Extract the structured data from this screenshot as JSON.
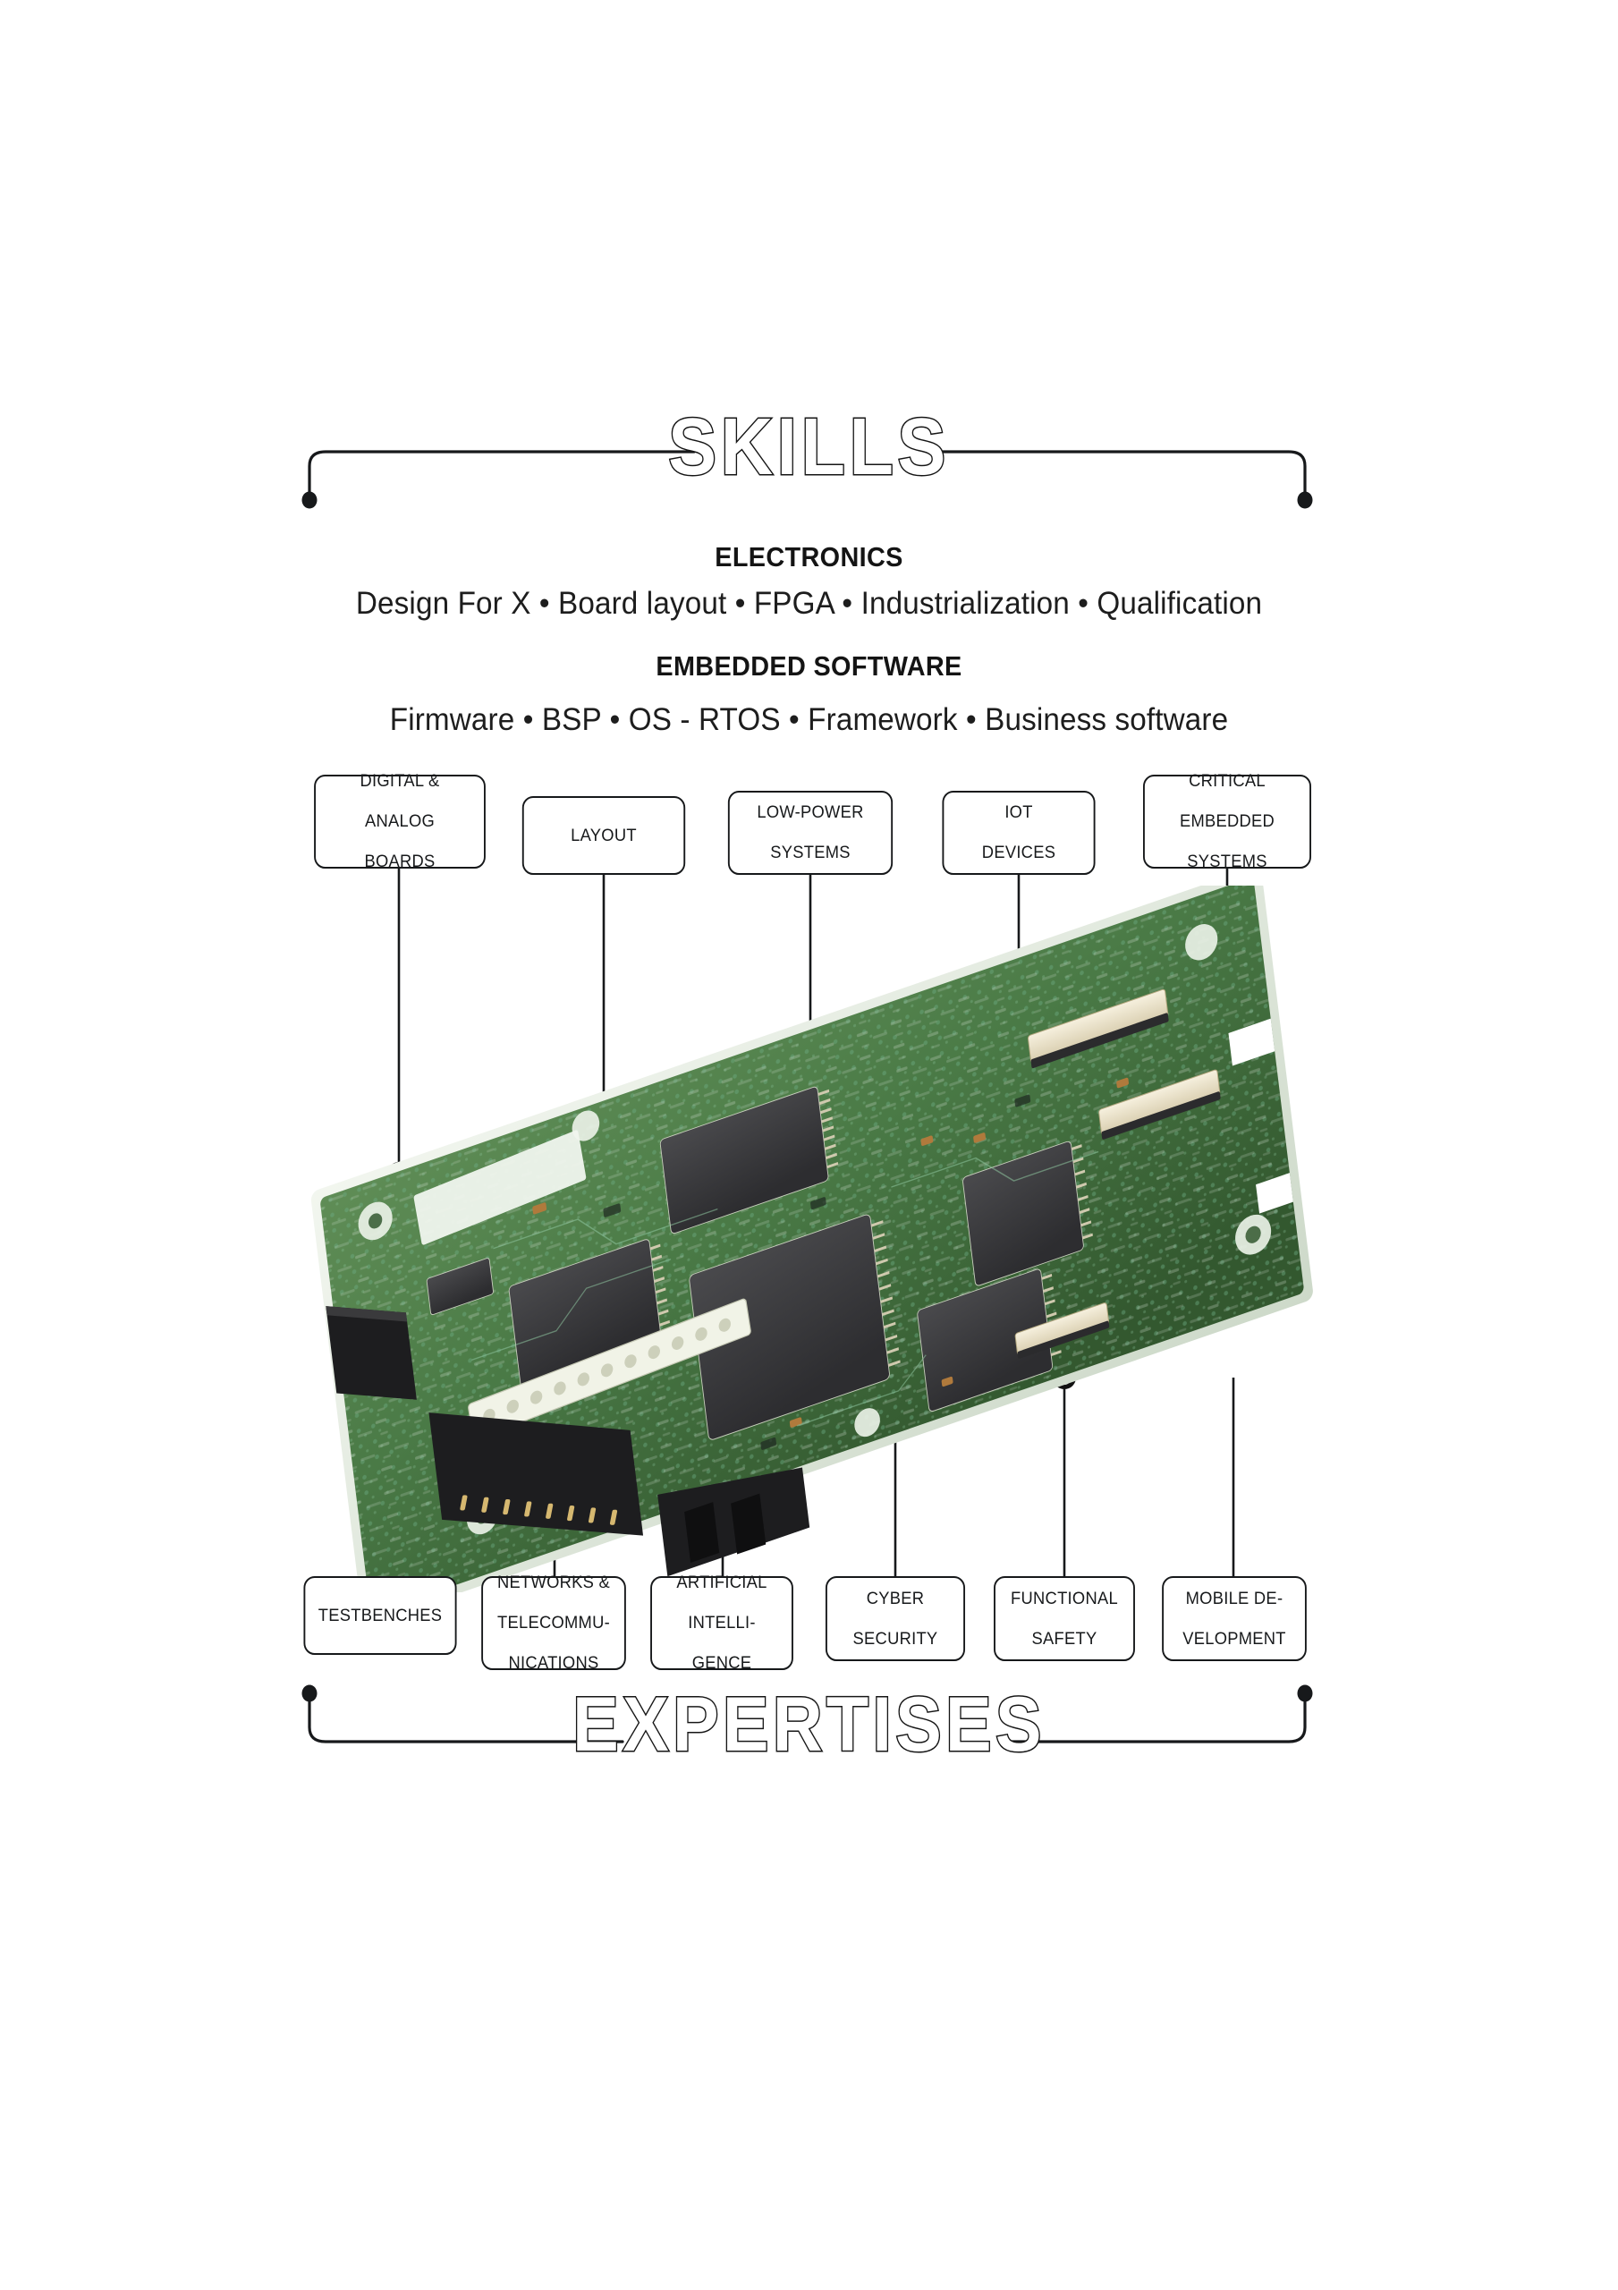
{
  "titles": {
    "top": "SKILLS",
    "bottom": "EXPERTISES"
  },
  "skills": [
    {
      "heading": "ELECTRONICS",
      "items_line": "Design For X  •  Board layout  •  FPGA  •  Industrialization  •  Qualification",
      "items": [
        "Design For X",
        "Board layout",
        "FPGA",
        "Industrialization",
        "Qualification"
      ]
    },
    {
      "heading": "EMBEDDED SOFTWARE",
      "items_line": "Firmware  •  BSP  •  OS - RTOS  •  Framework  •  Business software",
      "items": [
        "Firmware",
        "BSP",
        "OS - RTOS",
        "Framework",
        "Business software"
      ]
    }
  ],
  "expertises_top": [
    {
      "lines": [
        "DIGITAL &",
        "ANALOG",
        "BOARDS"
      ],
      "name": "digital-analog-boards"
    },
    {
      "lines": [
        "LAYOUT"
      ],
      "name": "layout"
    },
    {
      "lines": [
        "LOW-POWER",
        "SYSTEMS"
      ],
      "name": "low-power-systems"
    },
    {
      "lines": [
        "IOT",
        "DEVICES"
      ],
      "name": "iot-devices"
    },
    {
      "lines": [
        "CRITICAL",
        "EMBEDDED",
        "SYSTEMS"
      ],
      "name": "critical-embedded-systems"
    }
  ],
  "expertises_bottom": [
    {
      "lines": [
        "TESTBENCHES"
      ],
      "name": "testbenches"
    },
    {
      "lines": [
        "NETWORKS &",
        "TELECOMMU-",
        "NICATIONS"
      ],
      "name": "networks-telecommunications"
    },
    {
      "lines": [
        "ARTIFICIAL",
        "INTELLI-",
        "GENCE"
      ],
      "name": "artificial-intelligence"
    },
    {
      "lines": [
        "CYBER",
        "SECURITY"
      ],
      "name": "cyber-security"
    },
    {
      "lines": [
        "FUNCTIONAL",
        "SAFETY"
      ],
      "name": "functional-safety"
    },
    {
      "lines": [
        "MOBILE DE-",
        "VELOPMENT"
      ],
      "name": "mobile-development"
    }
  ],
  "colors": {
    "ink": "#17191b",
    "page_background": "#ffffff",
    "board_green": "#4a7a46",
    "board_green_dark": "#355c34",
    "board_edge": "#e8efe6",
    "chip_black": "#3a3a3c",
    "connector_white": "#efe8d6",
    "connector_black": "#1d1d1f",
    "silkscreen": "#dfe8e0"
  }
}
